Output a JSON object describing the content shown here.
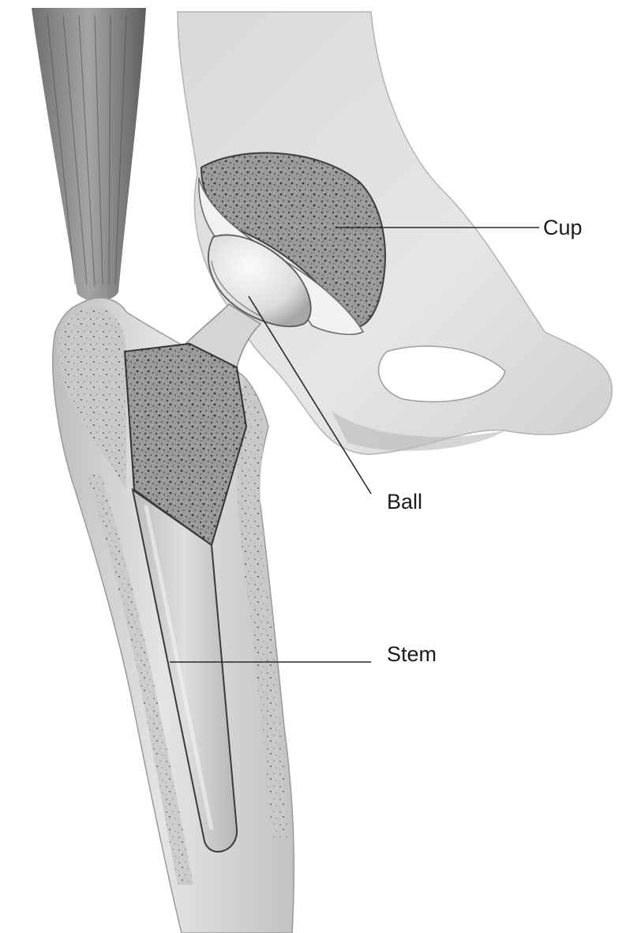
{
  "labels": {
    "cup": "Cup",
    "ball": "Ball",
    "stem": "Stem"
  },
  "palette": {
    "bone": "#dcdcdc",
    "bone_shadow": "#a9a9a9",
    "cortex_dark": "#6e6e6e",
    "cancellous": "#5d5d5d",
    "implant_light": "#efefef",
    "muscle": "#8c8c8c",
    "label_text": "#1c1c1c"
  }
}
